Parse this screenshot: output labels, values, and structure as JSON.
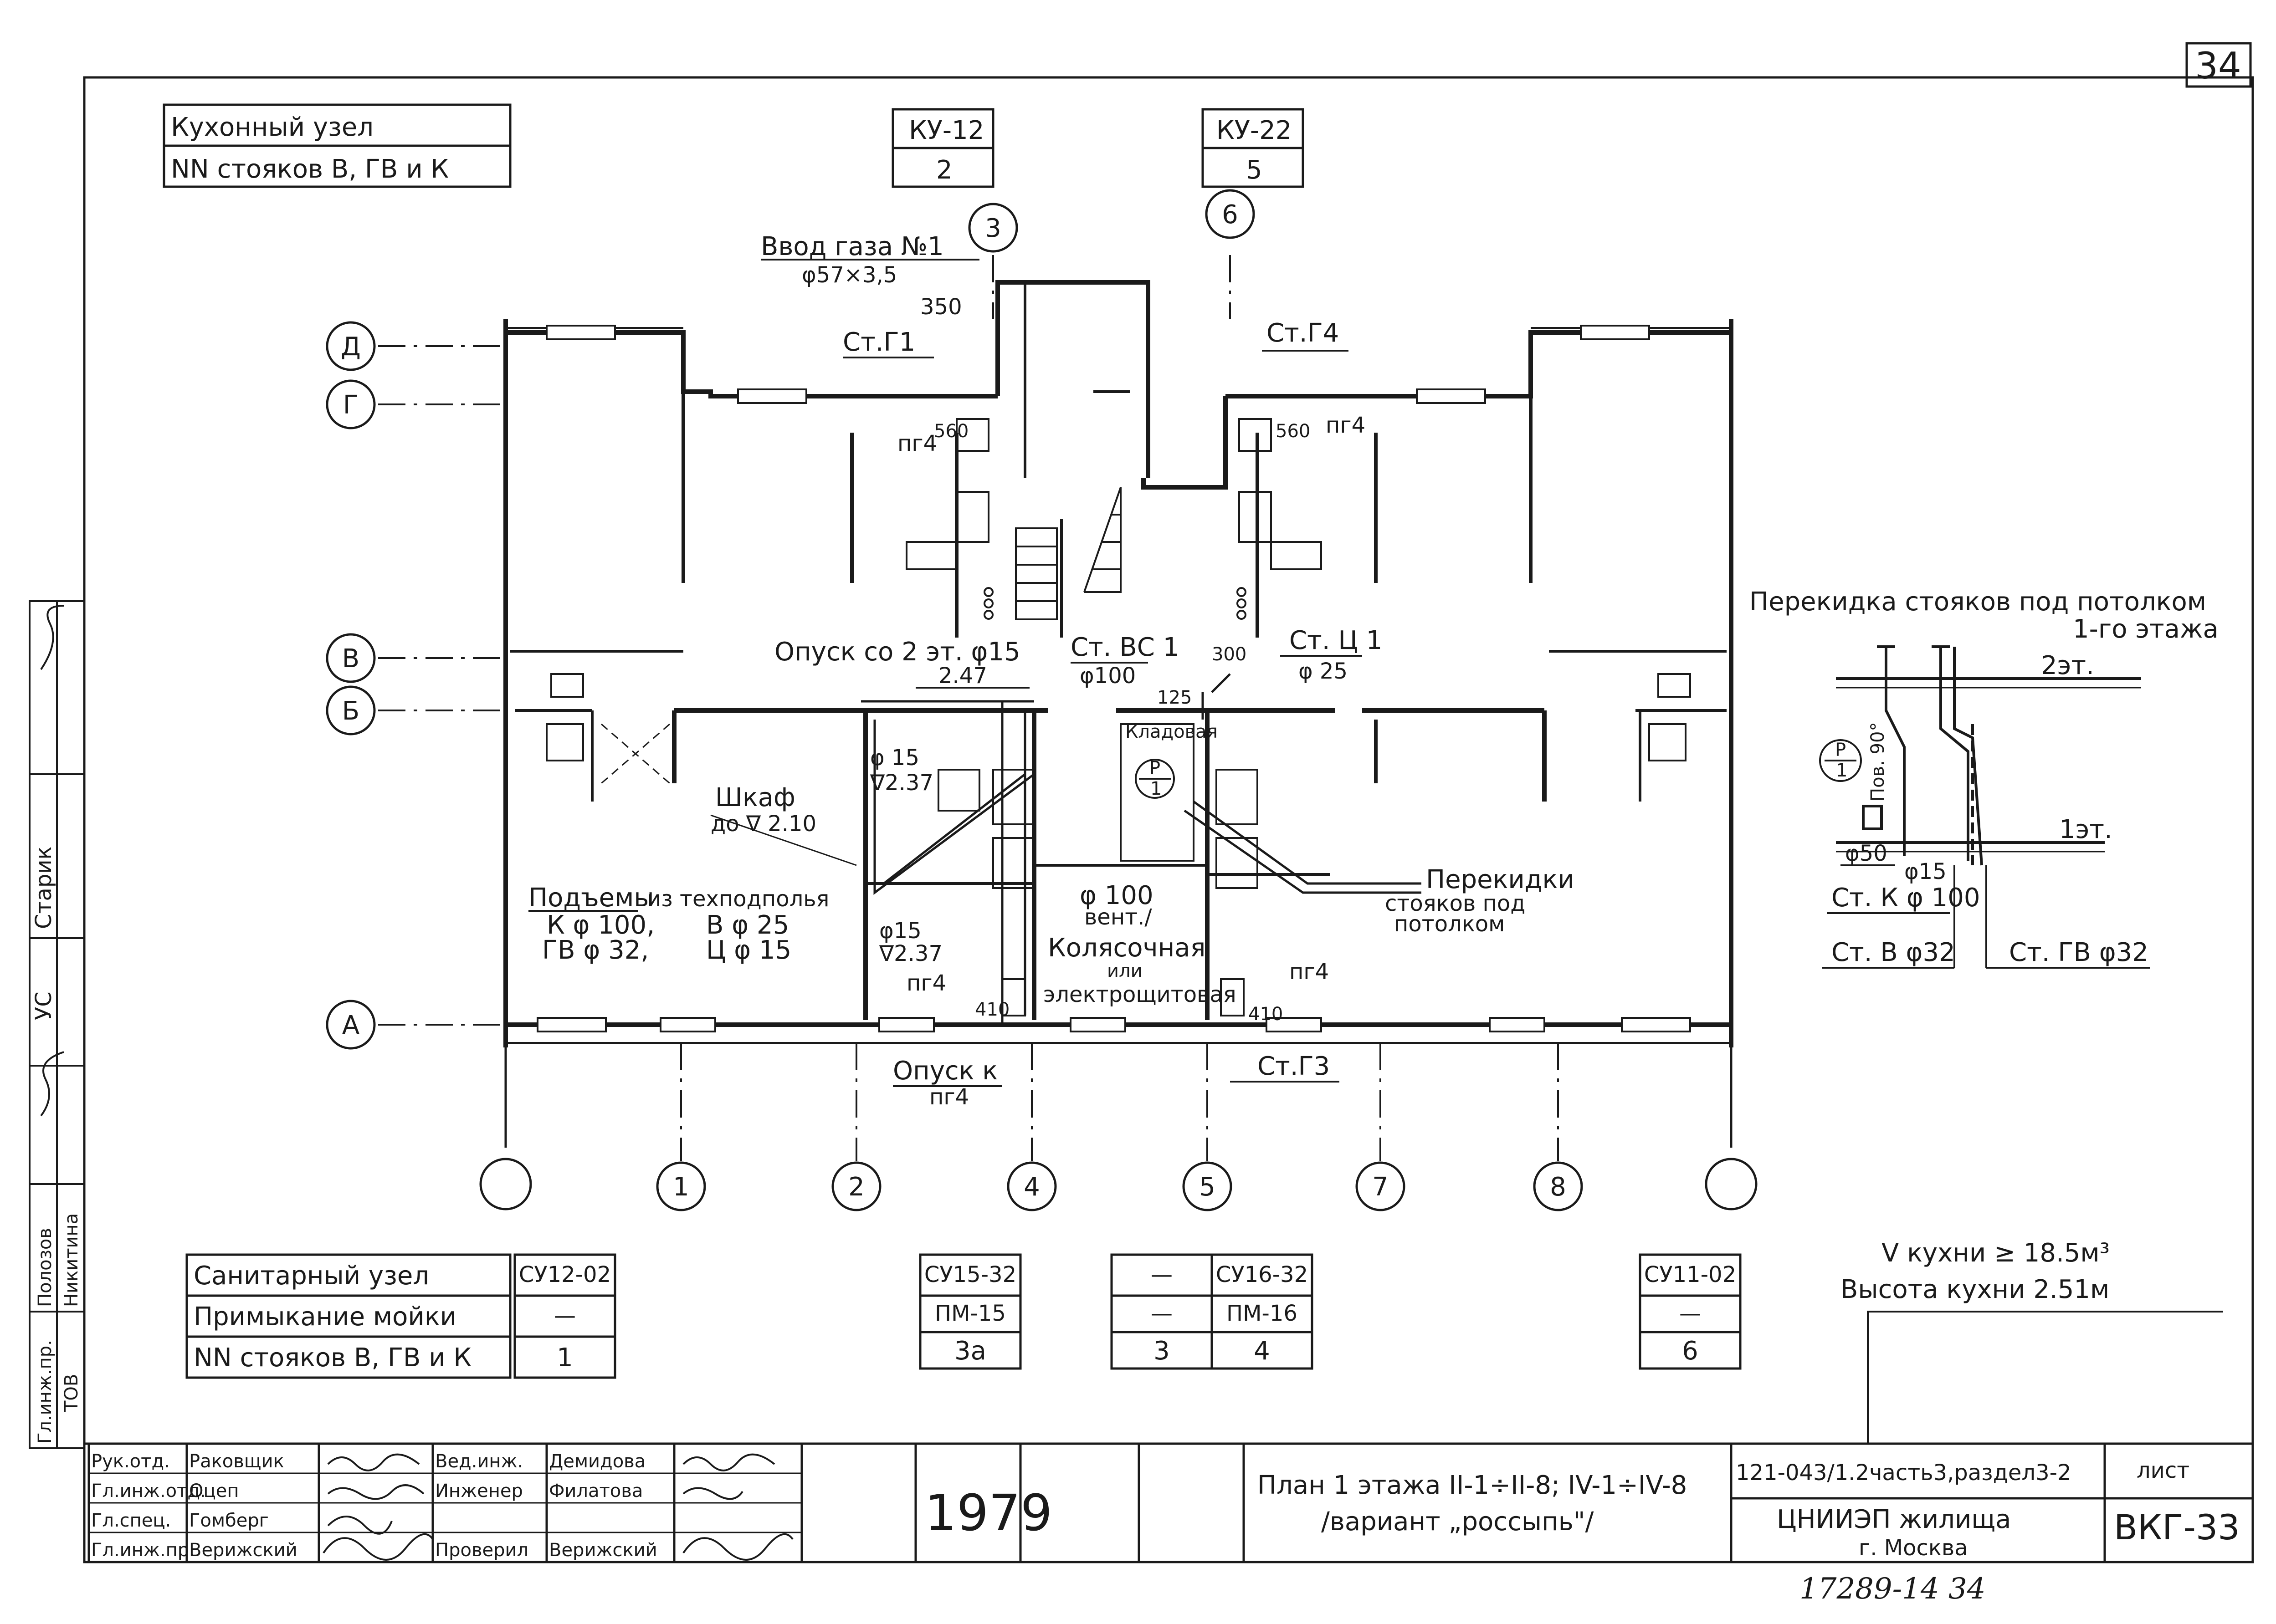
{
  "sheet": {
    "page_no": "34",
    "handwritten_no": "17289-14  34"
  },
  "kitchen_table": {
    "row1": "Кухонный    узел",
    "row2": "NN стояков В, ГВ и К",
    "ku12_code": "КУ-12",
    "ku12_num": "2",
    "ku22_code": "КУ-22",
    "ku22_num": "5"
  },
  "axes": {
    "letters": [
      "Д",
      "Г",
      "В",
      "Б",
      "А"
    ],
    "numbers": [
      "1",
      "2",
      "4",
      "5",
      "7",
      "8"
    ],
    "top": [
      "3",
      "6"
    ]
  },
  "labels": {
    "gas_input": "Ввод  газа №1",
    "gas_diam": "φ57×3,5",
    "dim_350": "350",
    "st_g1": "Ст.Г1",
    "st_g4": "Ст.Г4",
    "dim_560a": "560",
    "dim_560b": "560",
    "pg4_a": "пг4",
    "pg4_b": "пг4",
    "opusk_2et": "Опуск со 2 эт. φ15",
    "opusk_lvl": "2.47",
    "st_vs1": "Ст. ВС 1",
    "st_vs1_d": "φ100",
    "dim_125": "125",
    "dim_300": "300",
    "st_c1": "Ст. Ц 1",
    "st_c1_d": "φ 25",
    "kladovaya": "Кладовая",
    "f15a": "φ 15",
    "lvl237a": "∇2.37",
    "shkaf": "Шкаф",
    "shkaf_lvl": "до ∇ 2.10",
    "pod_1": "Подъемы",
    "pod_2": "К φ 100,",
    "pod_3": "ГВ φ 32,",
    "tech_1": "из техподполья",
    "tech_2": "В φ 25",
    "tech_3": "Ц φ 15",
    "f15b": "φ15",
    "lvl237b": "∇2.37",
    "pg4_c": "пг4",
    "f100v": "φ 100",
    "vent": "вент./",
    "kol_1": "Колясочная",
    "kol_2": "или",
    "kol_3": "электрощитовая",
    "pg4_d": "пг4",
    "dim_410a": "410",
    "dim_410b": "410",
    "perek_1": "Перекидки",
    "perek_2": "стояков под",
    "perek_3": "потолком",
    "opusk_k": "Опуск к",
    "opusk_k2": "пг4",
    "st_g3": "Ст.Г3"
  },
  "detail": {
    "title_1": "Перекидка  стояков  под потолком",
    "title_2": "1-го этажа",
    "floor2": "2эт.",
    "floor1": "1эт.",
    "pov": "Пов. 90°",
    "f50": "φ50",
    "f15": "φ15",
    "stk": "Ст. К φ 100",
    "stv": "Ст. В φ32",
    "stgv": "Ст. ГВ φ32",
    "badge_top": "Р",
    "badge_bot": "1"
  },
  "san_table": {
    "r1": "Санитарный    узел",
    "r2": "Примыкание  мойки",
    "r3": "NN стояков В, ГВ и К",
    "c1": [
      "СУ12-02",
      "—",
      "1"
    ],
    "c2": [
      "СУ15-32",
      "ПМ-15",
      "3а"
    ],
    "c3": [
      "—",
      "—",
      "3"
    ],
    "c4": [
      "СУ16-32",
      "ПМ-16",
      "4"
    ],
    "c5": [
      "СУ11-02",
      "—",
      "6"
    ]
  },
  "kitchen_info": {
    "volume": "V  кухни  ≥  18.5м³",
    "height": "Высота  кухни    2.51м"
  },
  "side_stamp": [
    "Старик",
    "УС",
    "Полозов",
    "Никитина",
    "Гл.инж.пр.",
    "ТОВ"
  ],
  "stamp": {
    "roles": [
      "Рук.отд.",
      "Гл.инж.отд.",
      "Гл.спец.",
      "Гл.инж.пр."
    ],
    "names": [
      "Раковщик",
      "Оцеп",
      "Гомберг",
      "Верижский"
    ],
    "roles2": [
      "Вед.инж.",
      "Инженер",
      "Проверил"
    ],
    "names2": [
      "Демидова",
      "Филатова",
      "Верижский"
    ],
    "year": "1979",
    "title_1": "План  1 этажа  II-1÷II-8; IV-1÷IV-8",
    "title_2": "/вариант  „россыпь\"/",
    "code": "121-043/1.2часть3,раздел3-2",
    "org": "ЦНИИЭП жилища",
    "city": "г. Москва",
    "sheet_label": "лист",
    "sheet_no": "ВКГ-33"
  }
}
